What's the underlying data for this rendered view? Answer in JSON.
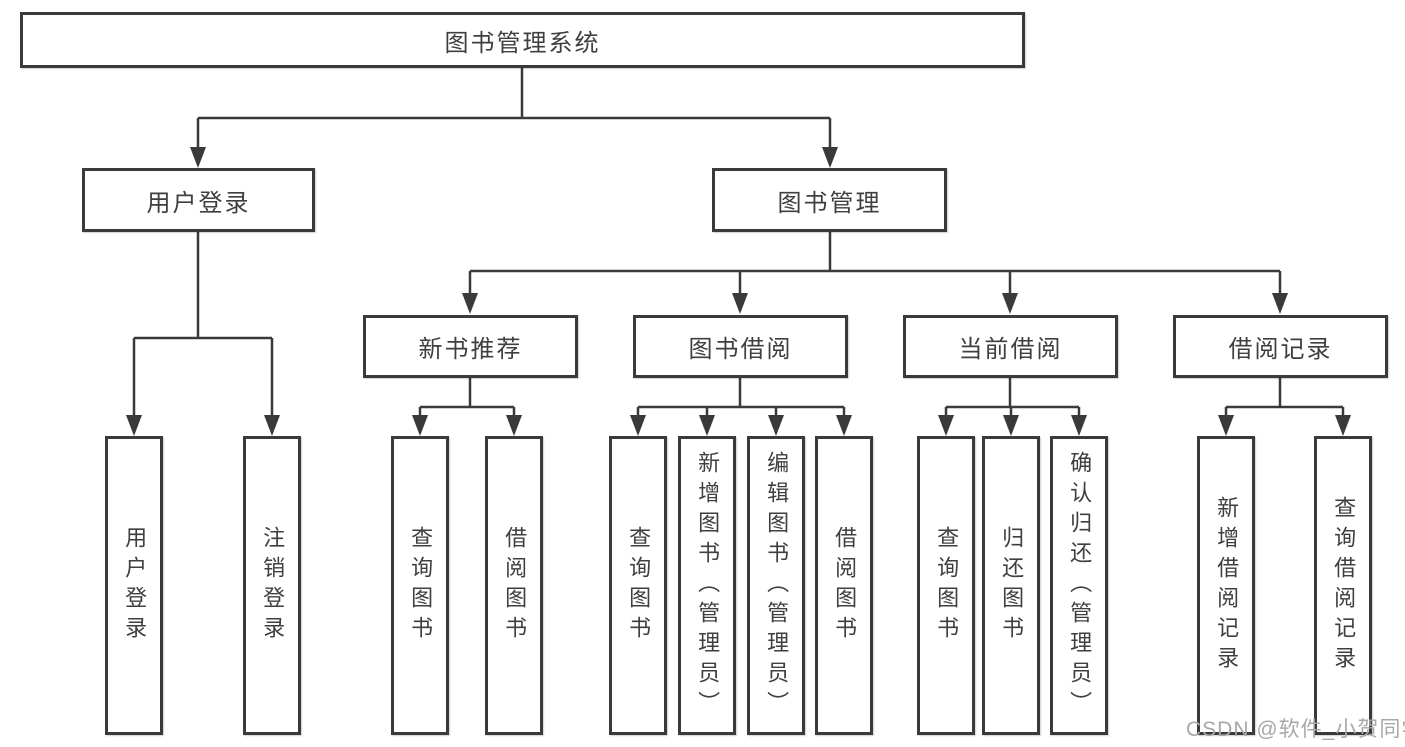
{
  "diagram": {
    "root": {
      "label": "图书管理系统"
    },
    "branches": [
      {
        "label": "用户登录",
        "children": [
          {
            "label": "用户登录"
          },
          {
            "label": "注销登录"
          }
        ]
      },
      {
        "label": "图书管理",
        "children": [
          {
            "label": "新书推荐",
            "children": [
              {
                "label": "查询图书"
              },
              {
                "label": "借阅图书"
              }
            ]
          },
          {
            "label": "图书借阅",
            "children": [
              {
                "label": "查询图书"
              },
              {
                "label": "新增图书（管理员）"
              },
              {
                "label": "编辑图书（管理员）"
              },
              {
                "label": "借阅图书"
              }
            ]
          },
          {
            "label": "当前借阅",
            "children": [
              {
                "label": "查询图书"
              },
              {
                "label": "归还图书"
              },
              {
                "label": "确认归还（管理员）"
              }
            ]
          },
          {
            "label": "借阅记录",
            "children": [
              {
                "label": "新增借阅记录"
              },
              {
                "label": "查询借阅记录"
              }
            ]
          }
        ]
      }
    ],
    "watermark": "CSDN @软件_小贺同学",
    "colors": {
      "line": "#3a3a3a",
      "text": "#3f3f3f",
      "watermark": "#a8a8a8",
      "box_bg": "#ffffff"
    }
  }
}
